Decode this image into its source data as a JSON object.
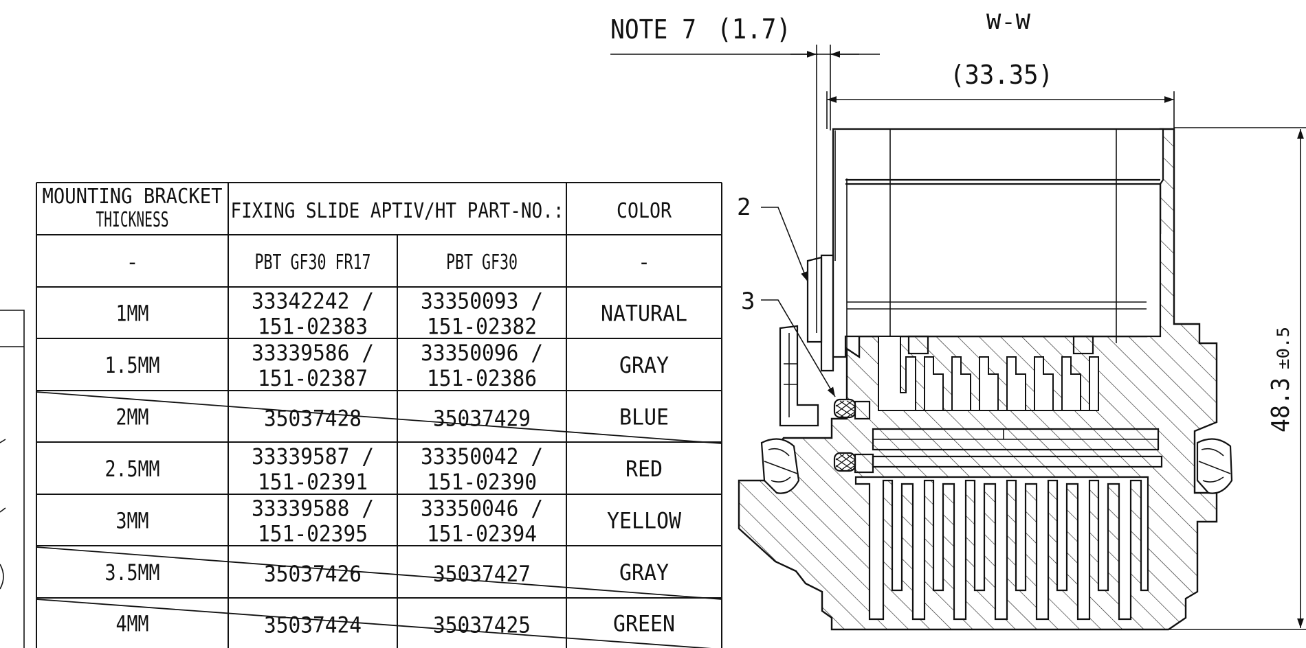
{
  "section_label": "W-W",
  "note_label": "NOTE 7",
  "note_dimension": "(1.7)",
  "width_dimension": "(33.35)",
  "height_dimension": "48.3",
  "height_tolerance": "±0.5",
  "callouts": [
    "2",
    "3"
  ],
  "table": {
    "header": {
      "thickness": [
        "MOUNTING BRACKET",
        "THICKNESS"
      ],
      "part_no": "FIXING SLIDE APTIV/HT PART-NO.:",
      "color": "COLOR"
    },
    "subheader": [
      "-",
      "PBT GF30 FR17",
      "PBT GF30",
      "-"
    ],
    "rows": [
      {
        "thickness": "1MM",
        "fr17": [
          "33342242 /",
          "151-02383"
        ],
        "gf30": [
          "33350093 /",
          "151-02382"
        ],
        "color": "NATURAL",
        "crossed": false
      },
      {
        "thickness": "1.5MM",
        "fr17": [
          "33339586 /",
          "151-02387"
        ],
        "gf30": [
          "33350096 /",
          "151-02386"
        ],
        "color": "GRAY",
        "crossed": false
      },
      {
        "thickness": "2MM",
        "fr17": [
          "35037428"
        ],
        "gf30": [
          "35037429"
        ],
        "color": "BLUE",
        "crossed": true
      },
      {
        "thickness": "2.5MM",
        "fr17": [
          "33339587 /",
          "151-02391"
        ],
        "gf30": [
          "33350042 /",
          "151-02390"
        ],
        "color": "RED",
        "crossed": false
      },
      {
        "thickness": "3MM",
        "fr17": [
          "33339588 /",
          "151-02395"
        ],
        "gf30": [
          "33350046 /",
          "151-02394"
        ],
        "color": "YELLOW",
        "crossed": false
      },
      {
        "thickness": "3.5MM",
        "fr17": [
          "35037426"
        ],
        "gf30": [
          "35037427"
        ],
        "color": "GRAY",
        "crossed": true
      },
      {
        "thickness": "4MM",
        "fr17": [
          "35037424"
        ],
        "gf30": [
          "35037425"
        ],
        "color": "GREEN",
        "crossed": true
      }
    ]
  }
}
